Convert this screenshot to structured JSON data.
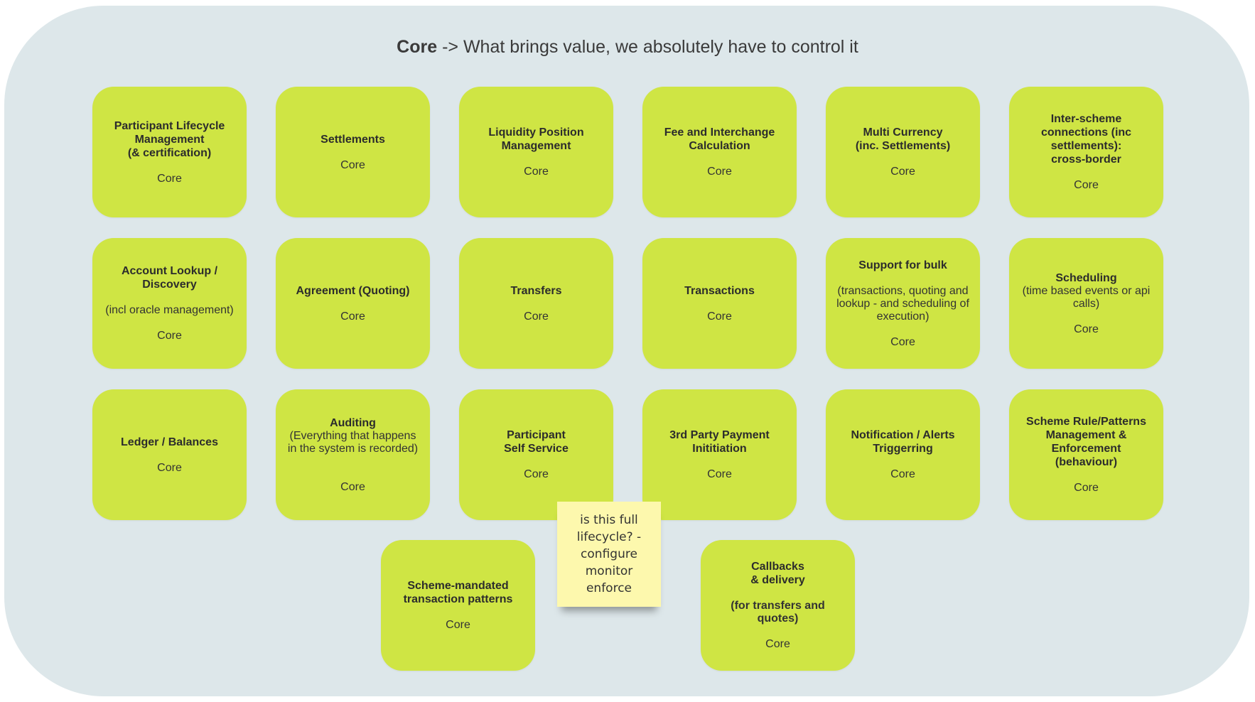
{
  "title": {
    "bold": "Core",
    "rest": " -> What brings value, we absolutely have to control it"
  },
  "cards": [
    {
      "heading": "Participant Lifecycle\nManagement\n(& certification)",
      "desc": "",
      "tag": "Core"
    },
    {
      "heading": "Settlements",
      "desc": "",
      "tag": "Core"
    },
    {
      "heading": "Liquidity Position\nManagement",
      "desc": "",
      "tag": "Core"
    },
    {
      "heading": "Fee and Interchange\nCalculation",
      "desc": "",
      "tag": "Core"
    },
    {
      "heading": "Multi Currency\n(inc. Settlements)",
      "desc": "",
      "tag": "Core"
    },
    {
      "heading": "Inter-scheme\nconnections (inc\nsettlements):\ncross-border",
      "desc": "",
      "tag": "Core"
    },
    {
      "heading": "Account Lookup /\nDiscovery",
      "desc": "(incl oracle management)",
      "tag": "Core"
    },
    {
      "heading": "Agreement (Quoting)",
      "desc": "",
      "tag": "Core"
    },
    {
      "heading": "Transfers",
      "desc": "",
      "tag": "Core"
    },
    {
      "heading": "Transactions",
      "desc": "",
      "tag": "Core"
    },
    {
      "heading": "Support for bulk",
      "desc": "(transactions, quoting and\nlookup - and scheduling of\nexecution)",
      "tag": "Core"
    },
    {
      "heading": "Scheduling",
      "desc": "(time based events or api\ncalls)",
      "tag": "Core"
    },
    {
      "heading": "Ledger / Balances",
      "desc": "",
      "tag": "Core"
    },
    {
      "heading": "Auditing",
      "desc": "(Everything that happens\nin the system is recorded)",
      "tag": "Core"
    },
    {
      "heading": "Participant\nSelf Service",
      "desc": "",
      "tag": "Core"
    },
    {
      "heading": "3rd Party Payment\nInititiation",
      "desc": "",
      "tag": "Core"
    },
    {
      "heading": "Notification / Alerts\nTriggerring",
      "desc": "",
      "tag": "Core"
    },
    {
      "heading": "Scheme Rule/Patterns\nManagement &\nEnforcement\n(behaviour)",
      "desc": "",
      "tag": "Core"
    },
    {
      "heading": "Scheme-mandated\ntransaction patterns",
      "desc": "",
      "tag": "Core"
    },
    {
      "heading": "Callbacks\n& delivery",
      "desc": "(for transfers and\nquotes)",
      "tag": "Core"
    }
  ],
  "sticky_note": "is this full\nlifecycle? -\nconfigure\nmonitor\nenforce"
}
